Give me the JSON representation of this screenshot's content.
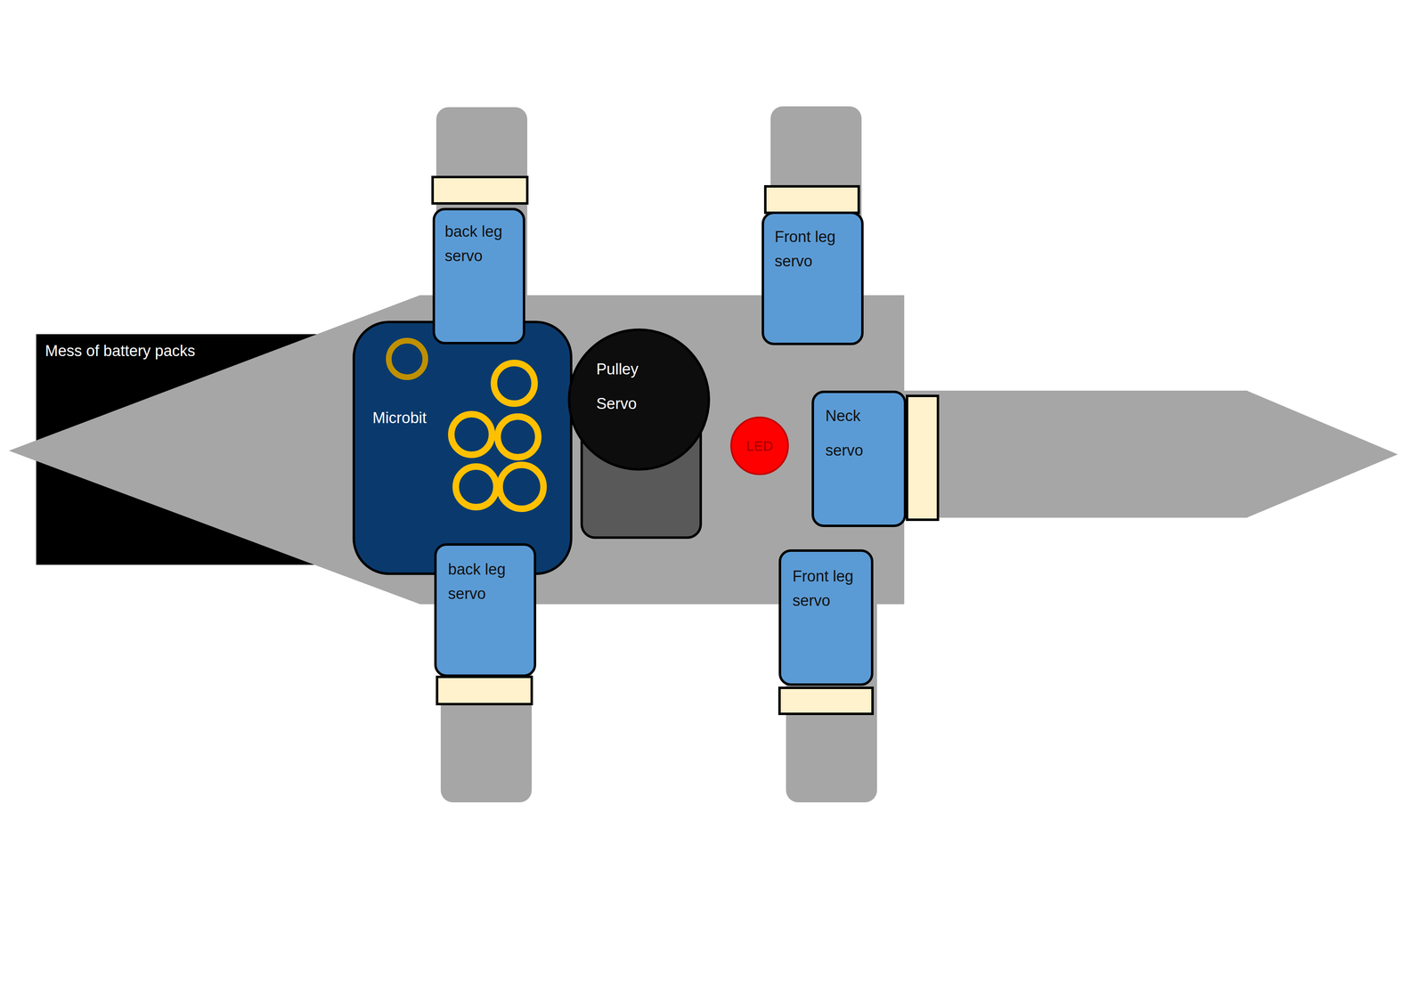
{
  "diagram": {
    "nodes": [
      {
        "text": [
          "Mess of battery packs"
        ]
      },
      {
        "text": [
          "Microbit"
        ]
      },
      {
        "text": [
          "back leg servo"
        ]
      },
      {
        "text": [
          "Front leg servo"
        ]
      },
      {
        "text": [
          "Pulley Servo"
        ]
      },
      {
        "text": [
          "LED"
        ]
      },
      {
        "text": [
          "Neck servo"
        ]
      },
      {
        "text": [
          "back leg servo"
        ]
      },
      {
        "text": [
          "Front leg servo"
        ]
      }
    ]
  }
}
